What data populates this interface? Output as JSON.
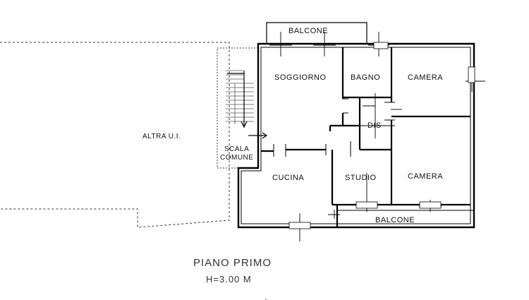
{
  "floor_plan": {
    "rooms": {
      "soggiorno": "SOGGIORNO",
      "bagno": "BAGNO",
      "camera_top": "CAMERA",
      "dis": "DIS",
      "cucina": "CUCINA",
      "studio": "STUDIO",
      "camera_bottom": "CAMERA",
      "altra_ui": "ALTRA U.I.",
      "scala_line1": "SCALA",
      "scala_line2": "COMUNE"
    },
    "balconies": {
      "top": "BALCONE",
      "bottom": "BALCONE"
    }
  },
  "footer": {
    "title": "PIANO PRIMO",
    "height": "H=3.00 M"
  }
}
